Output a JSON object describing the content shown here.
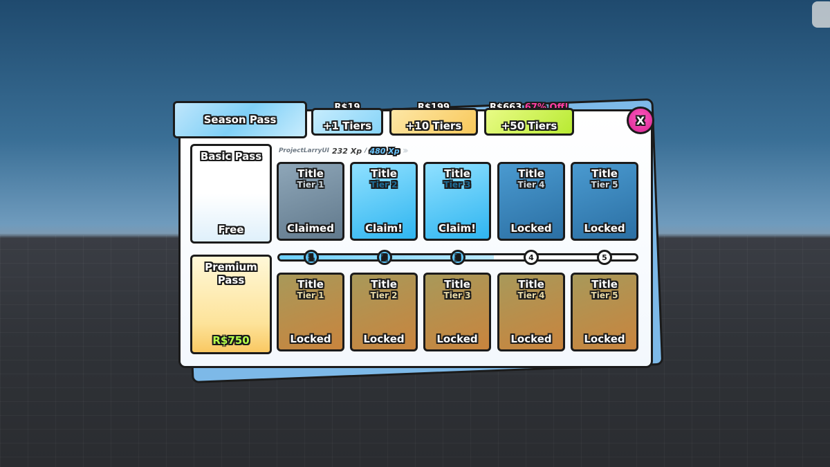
{
  "tabs": {
    "season_pass": "Season Pass",
    "buy_options": [
      {
        "price": "R$19",
        "label": "+1 Tiers"
      },
      {
        "price": "R$199",
        "label": "+10 Tiers"
      },
      {
        "price": "R$663",
        "discount": "67% Off!",
        "label": "+50 Tiers"
      }
    ],
    "close_label": "X"
  },
  "xp": {
    "user": "ProjectLarryUI",
    "current": "232 Xp",
    "separator": "/",
    "max": "480 Xp",
    "progress_fraction": 0.483
  },
  "basic_pass": {
    "name": "Basic Pass",
    "price": "Free"
  },
  "premium_pass": {
    "name": "Premium Pass",
    "price": "R$750"
  },
  "basic_tiers": [
    {
      "title": "Title",
      "tier": "Tier 1",
      "status": "Claimed"
    },
    {
      "title": "Title",
      "tier": "Tier 2",
      "status": "Claim!"
    },
    {
      "title": "Title",
      "tier": "Tier 3",
      "status": "Claim!"
    },
    {
      "title": "Title",
      "tier": "Tier 4",
      "status": "Locked"
    },
    {
      "title": "Title",
      "tier": "Tier 5",
      "status": "Locked"
    }
  ],
  "premium_tiers": [
    {
      "title": "Title",
      "tier": "Tier 1",
      "status": "Locked"
    },
    {
      "title": "Title",
      "tier": "Tier 2",
      "status": "Locked"
    },
    {
      "title": "Title",
      "tier": "Tier 3",
      "status": "Locked"
    },
    {
      "title": "Title",
      "tier": "Tier 4",
      "status": "Locked"
    },
    {
      "title": "Title",
      "tier": "Tier 5",
      "status": "Locked"
    }
  ],
  "progress_nodes": [
    "1",
    "2",
    "3",
    "4",
    "5"
  ],
  "progress_track_fill": 0.6,
  "colors": {
    "outline": "#1b1b1b",
    "claim_blue": "#2fb5f0",
    "close_pink": "#d62490",
    "premium_gold": "#f9c862",
    "robux_green": "#b6ff4a",
    "discount_pink": "#ff3fa4"
  }
}
